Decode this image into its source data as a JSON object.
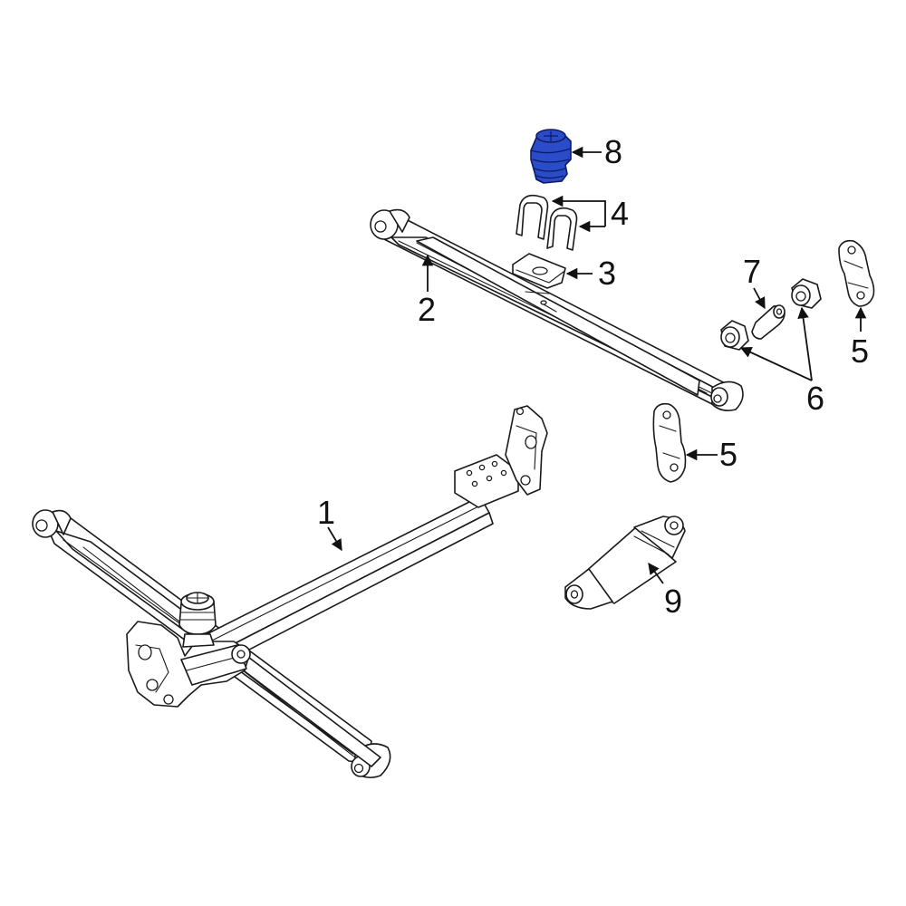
{
  "callouts": {
    "c1": "1",
    "c2": "2",
    "c3": "3",
    "c4": "4",
    "c5a": "5",
    "c5b": "5",
    "c6": "6",
    "c7": "7",
    "c8": "8",
    "c9": "9"
  },
  "colors": {
    "highlight": "#2a4cc8",
    "line": "#1a1a1a",
    "background": "#ffffff"
  }
}
